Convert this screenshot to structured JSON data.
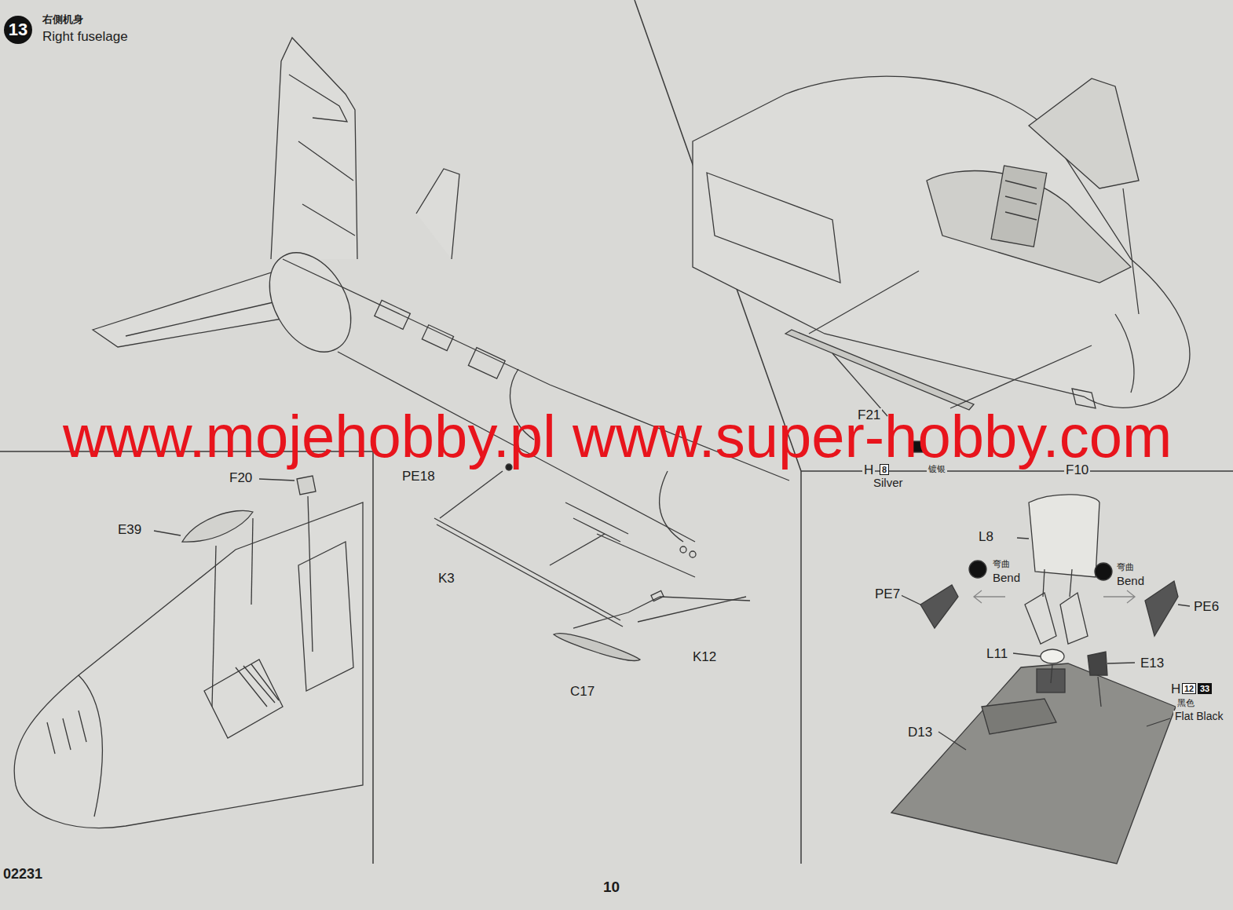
{
  "diagram": {
    "nodes": [
      {
        "text": [
          "13"
        ]
      }
    ],
    "labels": [
      "右側机身",
      "Right fuselage",
      "F20",
      "E39",
      "PE18",
      "K3",
      "K12",
      "C17",
      "F21",
      "H",
      "8",
      "镀银",
      "Silver",
      "F10",
      "L8",
      "PE7",
      "弯曲",
      "Bend",
      "弯曲",
      "Bend",
      "PE6",
      "L11",
      "E13",
      "H",
      "12",
      "33",
      "黑色",
      "Flat Black",
      "D13",
      "02231",
      "10",
      "www.mojehobby.pl www.super-hobby.com"
    ]
  }
}
